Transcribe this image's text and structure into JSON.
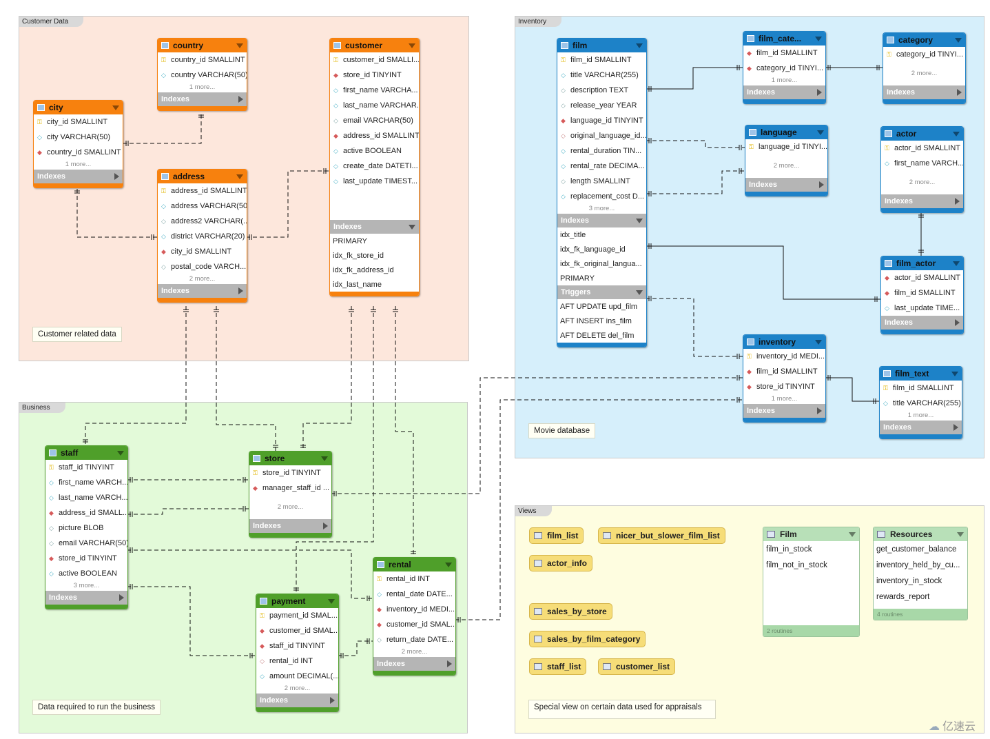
{
  "colors": {
    "customer_layer": "#fde7dc",
    "business_layer": "#e3fad9",
    "inventory_layer": "#d6effb",
    "views_layer": "#fefde0",
    "orange": "#f7810e",
    "green": "#4f9f2a",
    "blue": "#1d82c8",
    "link": "#111111"
  },
  "layers": {
    "customer": {
      "title": "Customer Data",
      "note": "Customer related data"
    },
    "business": {
      "title": "Business",
      "note": "Data required to run the business"
    },
    "inventory": {
      "title": "Inventory",
      "note": "Movie database"
    },
    "views": {
      "title": "Views",
      "note": "Special view on certain data used for appraisals"
    }
  },
  "labels": {
    "indexes": "Indexes",
    "triggers": "Triggers"
  },
  "tables": {
    "country": {
      "name": "country",
      "columns": [
        {
          "icon": "pk",
          "text": "country_id SMALLINT"
        },
        {
          "icon": "nn",
          "text": "country VARCHAR(50)"
        }
      ],
      "more": "1 more..."
    },
    "city": {
      "name": "city",
      "columns": [
        {
          "icon": "pk",
          "text": "city_id SMALLINT"
        },
        {
          "icon": "nn",
          "text": "city VARCHAR(50)"
        },
        {
          "icon": "fk",
          "text": "country_id SMALLINT"
        }
      ],
      "more": "1 more..."
    },
    "address": {
      "name": "address",
      "columns": [
        {
          "icon": "pk",
          "text": "address_id SMALLINT"
        },
        {
          "icon": "nn",
          "text": "address VARCHAR(50)"
        },
        {
          "icon": "pl",
          "text": "address2 VARCHAR(..."
        },
        {
          "icon": "nn",
          "text": "district VARCHAR(20)"
        },
        {
          "icon": "fk",
          "text": "city_id SMALLINT"
        },
        {
          "icon": "pl",
          "text": "postal_code VARCH..."
        }
      ],
      "more": "2 more..."
    },
    "customer": {
      "name": "customer",
      "columns": [
        {
          "icon": "pk",
          "text": "customer_id SMALLI..."
        },
        {
          "icon": "fk",
          "text": "store_id TINYINT"
        },
        {
          "icon": "nn",
          "text": "first_name VARCHA..."
        },
        {
          "icon": "nn",
          "text": "last_name VARCHAR..."
        },
        {
          "icon": "pl",
          "text": "email VARCHAR(50)"
        },
        {
          "icon": "fk",
          "text": "address_id SMALLINT"
        },
        {
          "icon": "nn",
          "text": "active BOOLEAN"
        },
        {
          "icon": "nn",
          "text": "create_date DATETI..."
        },
        {
          "icon": "nn",
          "text": "last_update TIMEST..."
        }
      ],
      "indexes": [
        "PRIMARY",
        "idx_fk_store_id",
        "idx_fk_address_id",
        "idx_last_name"
      ]
    },
    "staff": {
      "name": "staff",
      "columns": [
        {
          "icon": "pk",
          "text": "staff_id TINYINT"
        },
        {
          "icon": "nn",
          "text": "first_name VARCH..."
        },
        {
          "icon": "nn",
          "text": "last_name VARCH..."
        },
        {
          "icon": "fk",
          "text": "address_id SMALL..."
        },
        {
          "icon": "pl",
          "text": "picture BLOB"
        },
        {
          "icon": "pl",
          "text": "email VARCHAR(50)"
        },
        {
          "icon": "fk",
          "text": "store_id TINYINT"
        },
        {
          "icon": "nn",
          "text": "active BOOLEAN"
        }
      ],
      "more": "3 more..."
    },
    "store": {
      "name": "store",
      "columns": [
        {
          "icon": "pk",
          "text": "store_id TINYINT"
        },
        {
          "icon": "fk",
          "text": "manager_staff_id ..."
        }
      ],
      "more": "2 more..."
    },
    "payment": {
      "name": "payment",
      "columns": [
        {
          "icon": "pk",
          "text": "payment_id SMAL..."
        },
        {
          "icon": "fk",
          "text": "customer_id SMAL..."
        },
        {
          "icon": "fk",
          "text": "staff_id TINYINT"
        },
        {
          "icon": "nl",
          "text": "rental_id INT"
        },
        {
          "icon": "nn",
          "text": "amount DECIMAL(..."
        }
      ],
      "more": "2 more..."
    },
    "rental": {
      "name": "rental",
      "columns": [
        {
          "icon": "pk",
          "text": "rental_id INT"
        },
        {
          "icon": "nn",
          "text": "rental_date DATE..."
        },
        {
          "icon": "fk",
          "text": "inventory_id MEDI..."
        },
        {
          "icon": "fk",
          "text": "customer_id SMAL..."
        },
        {
          "icon": "pl",
          "text": "return_date DATE..."
        }
      ],
      "more": "2 more..."
    },
    "film": {
      "name": "film",
      "columns": [
        {
          "icon": "pk",
          "text": "film_id SMALLINT"
        },
        {
          "icon": "nn",
          "text": "title VARCHAR(255)"
        },
        {
          "icon": "pl",
          "text": "description TEXT"
        },
        {
          "icon": "pl",
          "text": "release_year YEAR"
        },
        {
          "icon": "fk",
          "text": "language_id TINYINT"
        },
        {
          "icon": "nl",
          "text": "original_language_id..."
        },
        {
          "icon": "nn",
          "text": "rental_duration TIN..."
        },
        {
          "icon": "nn",
          "text": "rental_rate DECIMA..."
        },
        {
          "icon": "pl",
          "text": "length SMALLINT"
        },
        {
          "icon": "nn",
          "text": "replacement_cost D..."
        }
      ],
      "more": "3 more...",
      "indexes": [
        "idx_title",
        "idx_fk_language_id",
        "idx_fk_original_langua...",
        "PRIMARY"
      ],
      "triggers": [
        "AFT UPDATE upd_film",
        "AFT INSERT ins_film",
        "AFT DELETE del_film"
      ]
    },
    "film_category": {
      "name": "film_cate...",
      "columns": [
        {
          "icon": "fk",
          "text": "film_id SMALLINT"
        },
        {
          "icon": "fk",
          "text": "category_id TINYI..."
        }
      ],
      "more": "1 more..."
    },
    "category": {
      "name": "category",
      "columns": [
        {
          "icon": "pk",
          "text": "category_id TINYI..."
        }
      ],
      "more": "2 more..."
    },
    "language": {
      "name": "language",
      "columns": [
        {
          "icon": "pk",
          "text": "language_id TINYI..."
        }
      ],
      "more": "2 more..."
    },
    "actor": {
      "name": "actor",
      "columns": [
        {
          "icon": "pk",
          "text": "actor_id SMALLINT"
        },
        {
          "icon": "nn",
          "text": "first_name VARCH..."
        }
      ],
      "more": "2 more..."
    },
    "film_actor": {
      "name": "film_actor",
      "columns": [
        {
          "icon": "fk",
          "text": "actor_id SMALLINT"
        },
        {
          "icon": "fk",
          "text": "film_id SMALLINT"
        },
        {
          "icon": "nn",
          "text": "last_update TIME..."
        }
      ]
    },
    "inventory": {
      "name": "inventory",
      "columns": [
        {
          "icon": "pk",
          "text": "inventory_id MEDI..."
        },
        {
          "icon": "fk",
          "text": "film_id SMALLINT"
        },
        {
          "icon": "fk",
          "text": "store_id TINYINT"
        }
      ],
      "more": "1 more..."
    },
    "film_text": {
      "name": "film_text",
      "columns": [
        {
          "icon": "pk",
          "text": "film_id SMALLINT"
        },
        {
          "icon": "nn",
          "text": "title VARCHAR(255)"
        }
      ],
      "more": "1 more..."
    }
  },
  "views": [
    "film_list",
    "nicer_but_slower_film_list",
    "actor_info",
    "sales_by_store",
    "sales_by_film_category",
    "staff_list",
    "customer_list"
  ],
  "routine_groups": {
    "film": {
      "name": "Film",
      "items": [
        "film_in_stock",
        "film_not_in_stock"
      ],
      "footer": "2 routines"
    },
    "resources": {
      "name": "Resources",
      "items": [
        "get_customer_balance",
        "inventory_held_by_cu...",
        "inventory_in_stock",
        "rewards_report"
      ],
      "footer": "4 routines"
    }
  },
  "watermark": "亿速云"
}
